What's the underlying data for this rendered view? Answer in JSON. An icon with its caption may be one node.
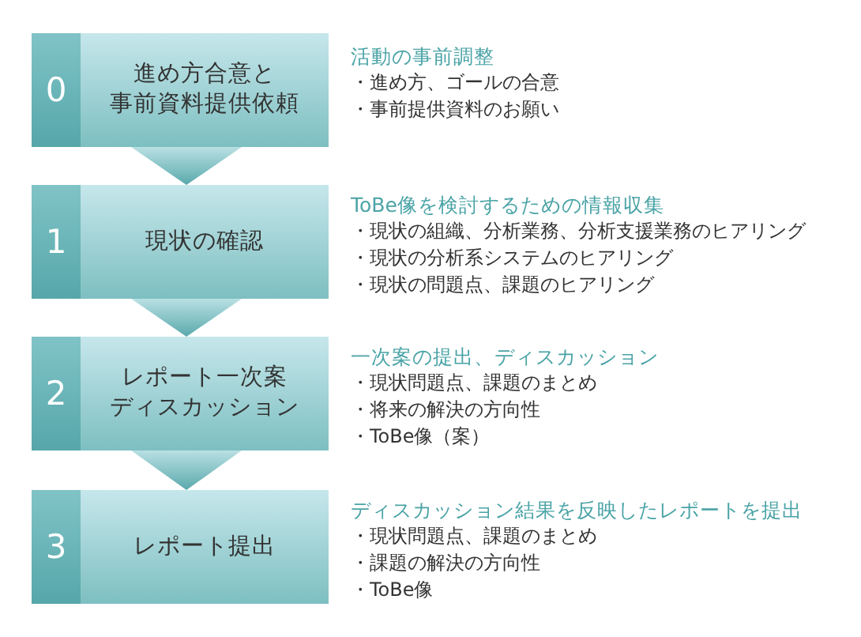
{
  "diagram": {
    "nodes": [
      {
        "text": [
          "0",
          "進め方合意と事前資料提供依頼"
        ],
        "beside": [
          "活動の事前調整",
          "・進め方、ゴールの合意",
          "・事前提供資料のお願い"
        ]
      },
      {
        "text": [
          "1",
          "現状の確認"
        ],
        "beside": [
          "ToBe像を検討するための情報収集",
          "・現状の組織、分析業務、分析支援業務のヒアリング",
          "・現状の分析系システムのヒアリング",
          "・現状の問題点、課題のヒアリング"
        ]
      },
      {
        "text": [
          "2",
          "レポート一次案ディスカッション"
        ],
        "beside": [
          "一次案の提出、ディスカッション",
          "・現状問題点、課題のまとめ",
          "・将来の解決の方向性",
          "・ToBe像（案）"
        ]
      },
      {
        "text": [
          "3",
          "レポート提出"
        ],
        "beside": [
          "ディスカッション結果を反映したレポートを提出",
          "・現状問題点、課題のまとめ",
          "・課題の解決の方向性",
          "・ToBe像"
        ]
      }
    ],
    "edges": [
      {
        "from": 0,
        "to": 1,
        "arrow": "to"
      },
      {
        "from": 1,
        "to": 2,
        "arrow": "to"
      },
      {
        "from": 2,
        "to": 3,
        "arrow": "to"
      }
    ]
  }
}
